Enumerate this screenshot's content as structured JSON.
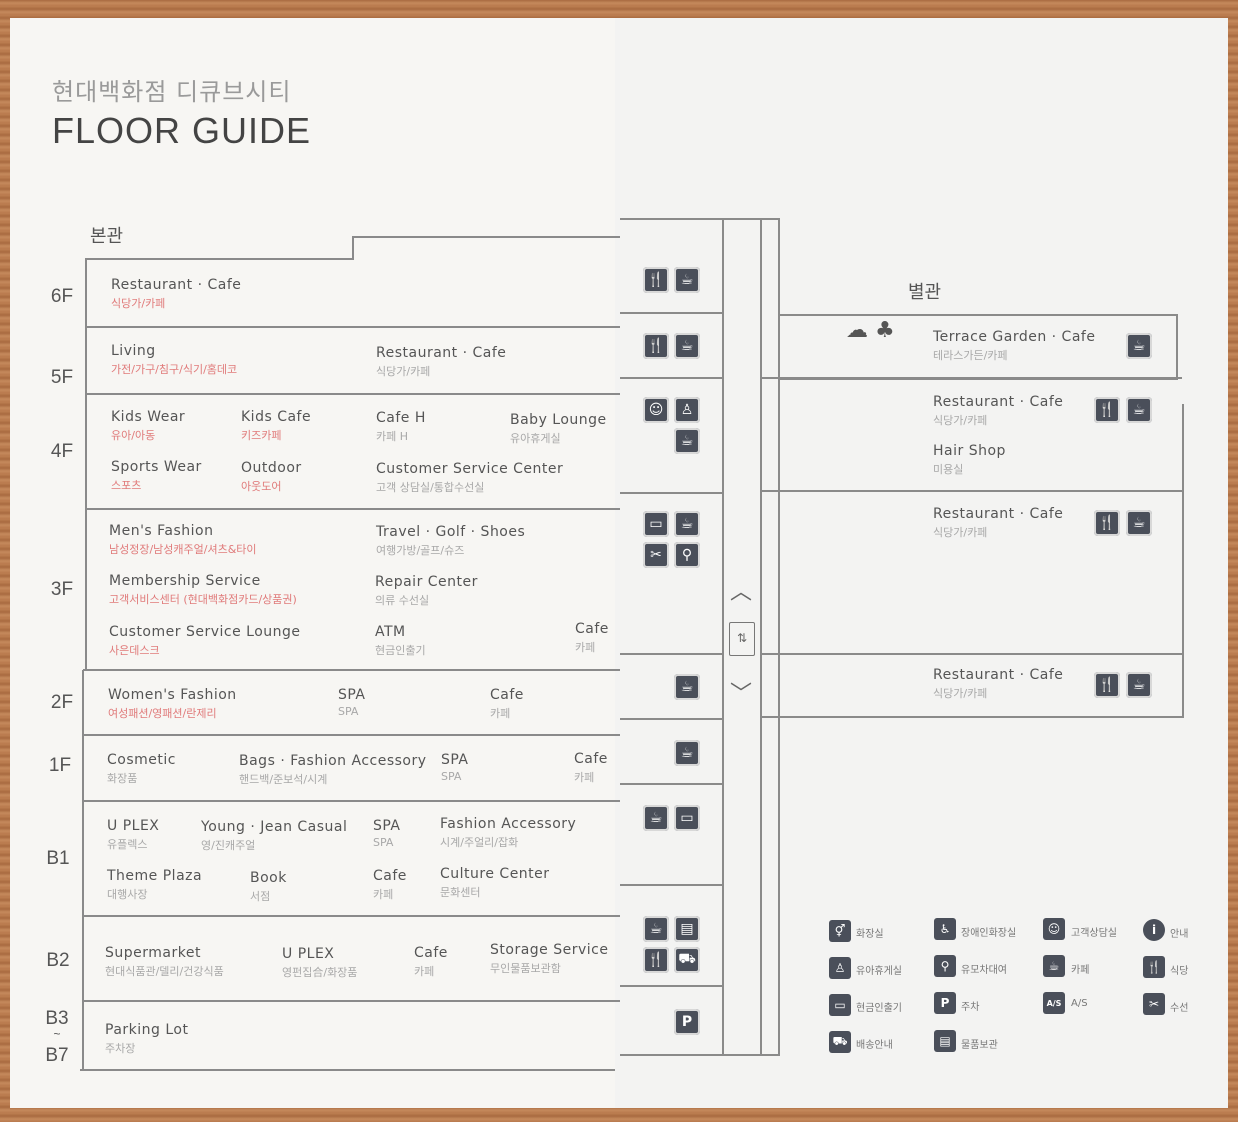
{
  "header": {
    "kor_title": "현대백화점 디큐브시티",
    "title": "FLOOR GUIDE"
  },
  "buildings": {
    "main": "본관",
    "annex": "별관"
  },
  "floors": [
    "6F",
    "5F",
    "4F",
    "3F",
    "2F",
    "1F",
    "B1",
    "B2",
    "B3",
    "~",
    "B7"
  ],
  "main": {
    "f6": [
      {
        "en": "Restaurant · Cafe",
        "ko": "식당가/카페"
      }
    ],
    "f5": [
      {
        "en": "Living",
        "ko": "가전/가구/침구/식기/홈데코"
      },
      {
        "en": "Restaurant · Cafe",
        "ko": "식당가/카페"
      }
    ],
    "f4": [
      {
        "en": "Kids Wear",
        "ko": "유아/아동"
      },
      {
        "en": "Kids Cafe",
        "ko": "키즈카페"
      },
      {
        "en": "Cafe H",
        "ko": "카페 H"
      },
      {
        "en": "Baby Lounge",
        "ko": "유아휴게실"
      },
      {
        "en": "Sports Wear",
        "ko": "스포츠"
      },
      {
        "en": "Outdoor",
        "ko": "아웃도어"
      },
      {
        "en": "Customer Service Center",
        "ko": "고객 상담실/통합수선실"
      }
    ],
    "f3": [
      {
        "en": "Men's Fashion",
        "ko": "남성정장/남성캐주얼/셔츠&타이"
      },
      {
        "en": "Travel · Golf · Shoes",
        "ko": "여행가방/골프/슈즈"
      },
      {
        "en": "Membership Service",
        "ko": "고객서비스센터 (현대백화점카드/상품권)"
      },
      {
        "en": "Repair Center",
        "ko": "의류 수선실"
      },
      {
        "en": "Customer Service Lounge",
        "ko": "사은데스크"
      },
      {
        "en": "ATM",
        "ko": "현금인출기"
      },
      {
        "en": "Cafe",
        "ko": "카페"
      }
    ],
    "f2": [
      {
        "en": "Women's Fashion",
        "ko": "여성패션/영패션/란제리"
      },
      {
        "en": "SPA",
        "ko": "SPA"
      },
      {
        "en": "Cafe",
        "ko": "카페"
      }
    ],
    "f1": [
      {
        "en": "Cosmetic",
        "ko": "화장품"
      },
      {
        "en": "Bags · Fashion Accessory",
        "ko": "핸드백/준보석/시계"
      },
      {
        "en": "SPA",
        "ko": "SPA"
      },
      {
        "en": "Cafe",
        "ko": "카페"
      }
    ],
    "b1": [
      {
        "en": "U PLEX",
        "ko": "유플렉스"
      },
      {
        "en": "Young · Jean Casual",
        "ko": "영/진캐주얼"
      },
      {
        "en": "SPA",
        "ko": "SPA"
      },
      {
        "en": "Fashion Accessory",
        "ko": "시계/주얼리/잡화"
      },
      {
        "en": "Theme Plaza",
        "ko": "대행사장"
      },
      {
        "en": "Book",
        "ko": "서점"
      },
      {
        "en": "Cafe",
        "ko": "카페"
      },
      {
        "en": "Culture Center",
        "ko": "문화센터"
      }
    ],
    "b2": [
      {
        "en": "Supermarket",
        "ko": "현대식품관/델리/건강식품"
      },
      {
        "en": "U PLEX",
        "ko": "영펀집合/화장품"
      },
      {
        "en": "Cafe",
        "ko": "카페"
      },
      {
        "en": "Storage Service",
        "ko": "무인물품보관함"
      }
    ],
    "b3": [
      {
        "en": "Parking Lot",
        "ko": "주차장"
      }
    ]
  },
  "annex": {
    "terrace": {
      "en": "Terrace Garden · Cafe",
      "ko": "테라스가든/카페"
    },
    "a1": {
      "en": "Restaurant · Cafe",
      "ko": "식당가/카페"
    },
    "a2": {
      "en": "Hair Shop",
      "ko": "미용실"
    },
    "a3": {
      "en": "Restaurant · Cafe",
      "ko": "식당가/카페"
    },
    "a4": {
      "en": "Restaurant · Cafe",
      "ko": "식당가/카페"
    }
  },
  "legend": [
    {
      "icon": "restroom-icon",
      "label": "화장실"
    },
    {
      "icon": "accessible-restroom-icon",
      "label": "장애인화장실"
    },
    {
      "icon": "customer-consult-icon",
      "label": "고객상담실"
    },
    {
      "icon": "info-icon",
      "label": "안내"
    },
    {
      "icon": "baby-lounge-icon",
      "label": "유아휴게실"
    },
    {
      "icon": "stroller-icon",
      "label": "유모차대여"
    },
    {
      "icon": "cafe-icon",
      "label": "카페"
    },
    {
      "icon": "restaurant-icon",
      "label": "식당"
    },
    {
      "icon": "atm-icon",
      "label": "현금인출기"
    },
    {
      "icon": "parking-icon",
      "label": "주차"
    },
    {
      "icon": "as-icon",
      "label": "A/S"
    },
    {
      "icon": "repair-icon",
      "label": "수선"
    },
    {
      "icon": "delivery-icon",
      "label": "배송안내"
    },
    {
      "icon": "locker-icon",
      "label": "물품보관"
    }
  ],
  "legend_glyphs": {
    "as": "A/S",
    "parking": "P",
    "info": "i"
  }
}
